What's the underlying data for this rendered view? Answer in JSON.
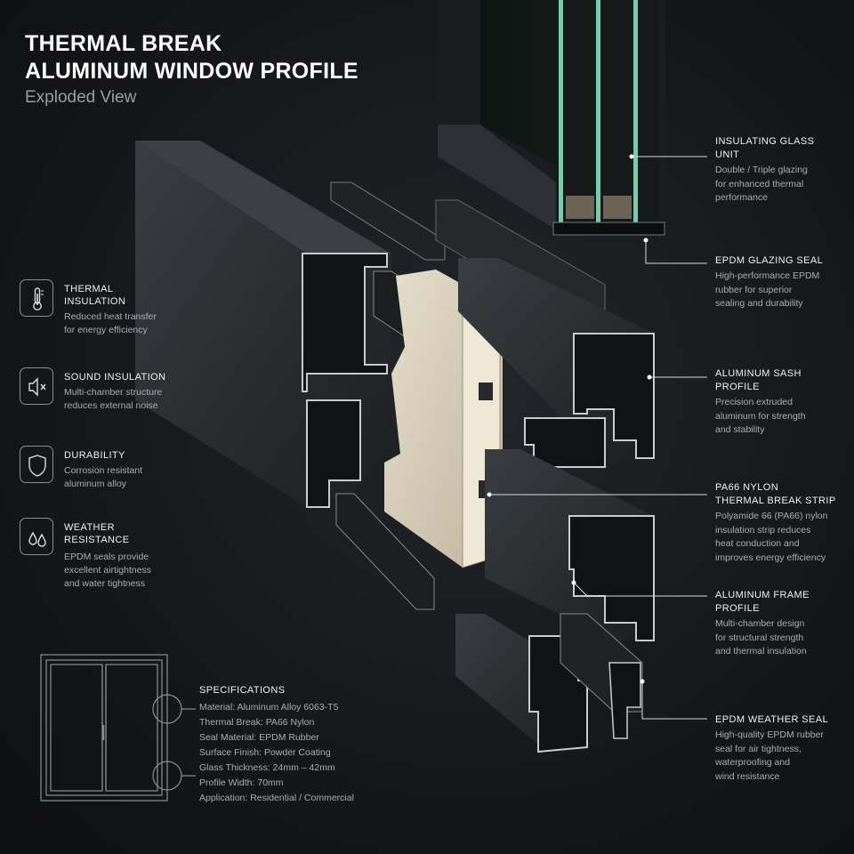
{
  "header": {
    "title_line1": "THERMAL BREAK",
    "title_line2": "ALUMINUM WINDOW PROFILE",
    "subtitle": "Exploded View"
  },
  "features": [
    {
      "icon": "thermometer-icon",
      "title": "THERMAL\nINSULATION",
      "desc": "Reduced heat transfer\nfor energy efficiency"
    },
    {
      "icon": "speaker-mute-icon",
      "title": "SOUND INSULATION",
      "desc": "Multi-chamber structure\nreduces external noise"
    },
    {
      "icon": "shield-icon",
      "title": "DURABILITY",
      "desc": "Corrosion resistant\naluminum alloy"
    },
    {
      "icon": "water-drops-icon",
      "title": "WEATHER\nRESISTANCE",
      "desc": "EPDM seals provide\nexcellent airtightness\nand water tightness"
    }
  ],
  "callouts": [
    {
      "title": "INSULATING GLASS\nUNIT",
      "desc": "Double / Triple glazing\nfor enhanced thermal\nperformance"
    },
    {
      "title": "EPDM GLAZING SEAL",
      "desc": "High-performance EPDM\nrubber for superior\nsealing and durability"
    },
    {
      "title": "ALUMINUM SASH\nPROFILE",
      "desc": "Precision extruded\naluminum for strength\nand stability"
    },
    {
      "title": "PA66 NYLON\nTHERMAL BREAK STRIP",
      "desc": "Polyamide 66 (PA66) nylon\ninsulation strip reduces\nheat conduction and\nimproves energy efficiency"
    },
    {
      "title": "ALUMINUM FRAME\nPROFILE",
      "desc": "Multi-chamber design\nfor structural strength\nand thermal insulation"
    },
    {
      "title": "EPDM WEATHER SEAL",
      "desc": "High-quality EPDM rubber\nseal for air tightness,\nwaterproofing and\nwind resistance"
    }
  ],
  "specifications": {
    "title": "SPECIFICATIONS",
    "items": [
      "Material: Aluminum Alloy 6063-T5",
      "Thermal Break: PA66 Nylon",
      "Seal Material: EPDM Rubber",
      "Surface Finish: Powder Coating",
      "Glass Thickness: 24mm – 42mm",
      "Profile Width: 70mm",
      "Application: Residential / Commercial"
    ]
  },
  "colors": {
    "background": "#16181b",
    "aluminum_dark": "#2a2c2f",
    "aluminum_edge": "#c9cbcd",
    "nylon": "#d8d0bd",
    "glass": "#9ed3c0",
    "text_primary": "#f0f0f0",
    "text_secondary": "#a9adb2"
  }
}
